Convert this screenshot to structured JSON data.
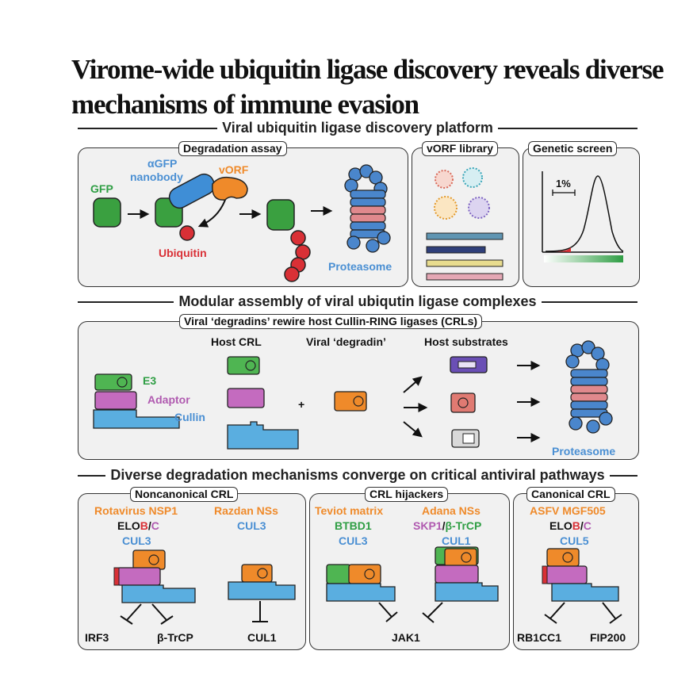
{
  "title_line1": "Virome-wide ubiquitin ligase discovery reveals diverse",
  "title_line2": "mechanisms of immune evasion",
  "section1": {
    "heading": "Viral ubiquitin ligase discovery platform",
    "degradation_assay": {
      "label": "Degradation assay",
      "gfp": "GFP",
      "agfp": "αGFP",
      "nanobody": "nanobody",
      "vorf": "vORF",
      "ubiquitin": "Ubiquitin",
      "proteasome": "Proteasome"
    },
    "vorf_library": {
      "label": "vORF library"
    },
    "genetic_screen": {
      "label": "Genetic screen",
      "percent": "1%"
    }
  },
  "section2": {
    "heading": "Modular assembly of viral ubiqutin ligase complexes",
    "sublabel": "Viral ‘degradins’ rewire host Cullin-RING ligases (CRLs)",
    "e3": "E3",
    "adaptor": "Adaptor",
    "cullin": "Cullin",
    "host_crl": "Host CRL",
    "viral_degradin": "Viral ‘degradin’",
    "host_substrates": "Host substrates",
    "plus": "+",
    "proteasome": "Proteasome"
  },
  "section3": {
    "heading": "Diverse degradation mechanisms converge on critical antiviral pathways",
    "noncanonical": {
      "label": "Noncanonical CRL",
      "rota_name": "Rotavirus NSP1",
      "rota_elo": "ELO",
      "rota_b": "B",
      "rota_slash": "/",
      "rota_c": "C",
      "rota_cul": "CUL3",
      "razdan_name": "Razdan NSs",
      "razdan_cul": "CUL3",
      "target1": "IRF3",
      "target2": "β-TrCP",
      "target3": "CUL1"
    },
    "hijackers": {
      "label": "CRL hijackers",
      "teviot_name": "Teviot matrix",
      "teviot_btbd": "BTBD1",
      "teviot_cul": "CUL3",
      "adana_name": "Adana NSs",
      "adana_skp": "SKP1",
      "adana_slash": "/",
      "adana_btrcp": "β-TrCP",
      "adana_cul": "CUL1",
      "target": "JAK1"
    },
    "canonical": {
      "label": "Canonical CRL",
      "asfv_name": "ASFV MGF505",
      "asfv_elo": "ELO",
      "asfv_b": "B",
      "asfv_slash": "/",
      "asfv_c": "C",
      "asfv_cul": "CUL5",
      "target1": "RB1CC1",
      "target2": "FIP200"
    }
  },
  "colors": {
    "gfp_green": "#3aa040",
    "nanobody_blue": "#3f8ed6",
    "vorf_orange": "#ef8a2a",
    "ubiquitin_red": "#d93036",
    "proteasome_blue": "#4a86cc",
    "cullin_blue": "#5aaee0",
    "adaptor_pink": "#c46bbf",
    "e3_green": "#4fb552"
  }
}
